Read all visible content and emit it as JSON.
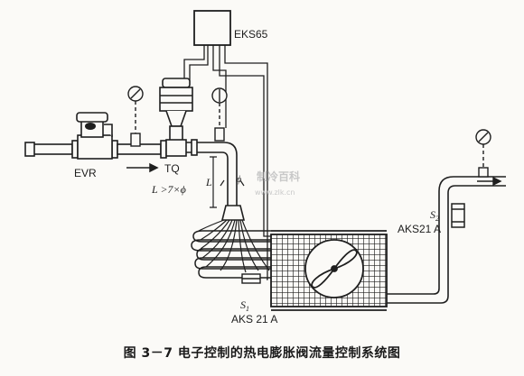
{
  "labels": {
    "controller": "EKS65",
    "solenoid_valve": "EVR",
    "expansion_valve": "TQ",
    "length_rule": "L >7×ϕ",
    "L": "L",
    "phi": "ϕ",
    "sensor_s1": "S",
    "sensor_s1_sub": "1",
    "sensor_s1_model": "AKS 21 A",
    "sensor_s2": "S",
    "sensor_s2_sub": "2",
    "sensor_s2_model": "AKS21 A"
  },
  "watermark": {
    "line1": "制冷百科",
    "line2": "www.zlk.cn"
  },
  "caption": "图 3－7 电子控制的热电膨胀阀流量控制系统图",
  "colors": {
    "line": "#1f1f1f",
    "paper": "#fbfaf7"
  }
}
